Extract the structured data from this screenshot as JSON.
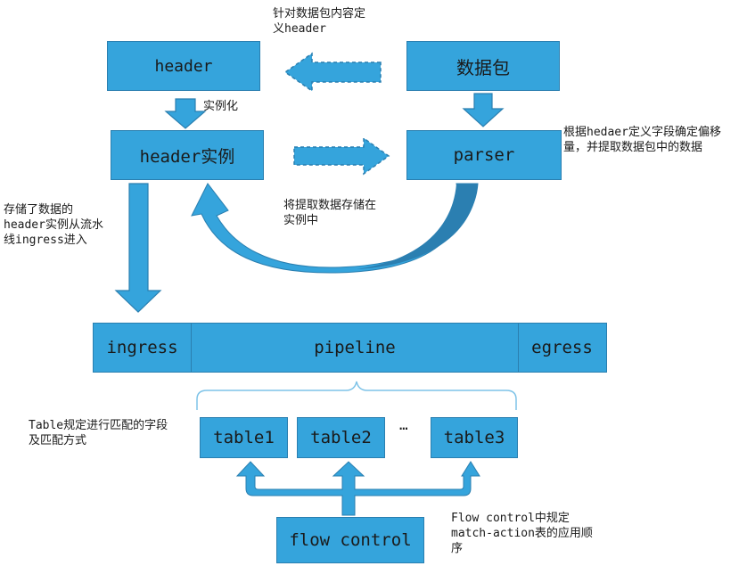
{
  "boxes": {
    "header": "header",
    "packet": "数据包",
    "header_instance": "header实例",
    "parser": "parser",
    "ingress": "ingress",
    "pipeline": "pipeline",
    "egress": "egress",
    "table1": "table1",
    "table2": "table2",
    "ellipsis": "…",
    "table3": "table3",
    "flow_control": "flow control"
  },
  "notes": {
    "define_header_l1": "针对数据包内容定",
    "define_header_l2": "义header",
    "instantiate": "实例化",
    "parser_note_l1": "根据hedaer定义字段确定偏移",
    "parser_note_l2": "量，并提取数据包中的数据",
    "store_note_l1": "将提取数据存储在",
    "store_note_l2": "实例中",
    "ingress_note_l1": "存储了数据的",
    "ingress_note_l2": "header实例从流水",
    "ingress_note_l3": "线ingress进入",
    "table_note_l1": "Table规定进行匹配的字段",
    "table_note_l2": "及匹配方式",
    "flow_note_l1": "Flow control中规定",
    "flow_note_l2": "match-action表的应用顺",
    "flow_note_l3": "序"
  },
  "colors": {
    "box_fill": "#35a4dc",
    "box_border": "#2a7fb0",
    "arrow_fill": "#35a4dc",
    "curve_dark": "#2a7fb0",
    "brace": "#7ec3e8"
  }
}
